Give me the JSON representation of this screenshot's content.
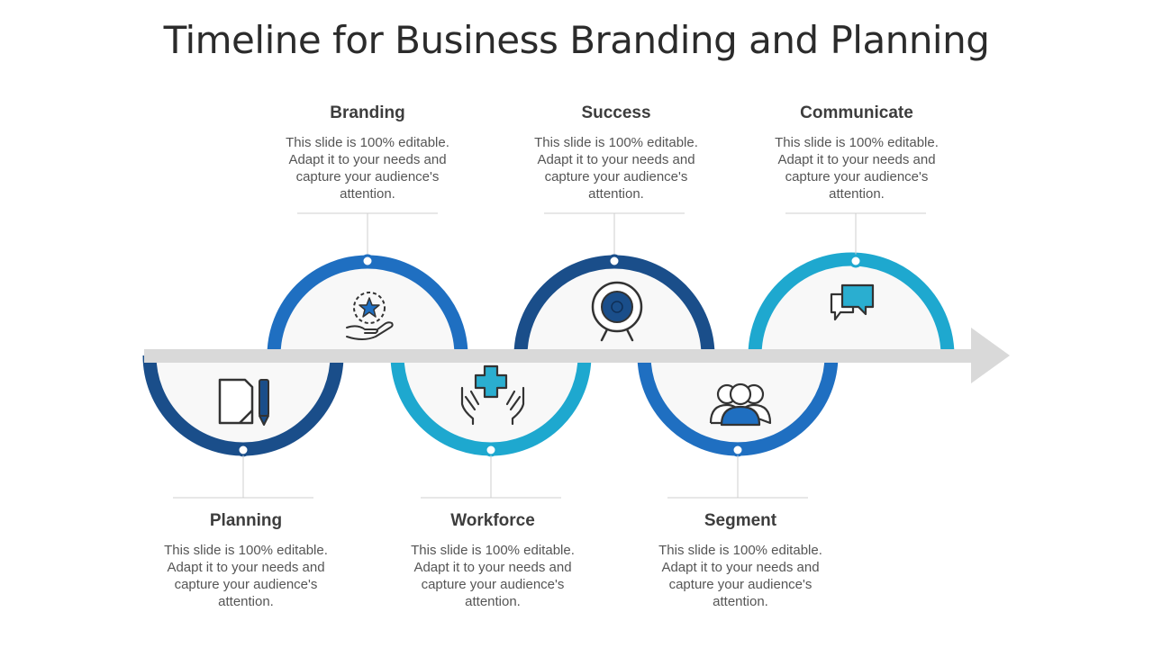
{
  "title": "Timeline for Business Branding and Planning",
  "colors": {
    "dark_blue": "#1a4e8a",
    "mid_blue": "#1f6fc1",
    "light_blue": "#1ea8cf",
    "arrow_gray": "#d9d9d9",
    "icon_fill_blue": "#1f6fc1",
    "icon_fill_teal": "#2aaed0"
  },
  "steps": [
    {
      "label": "Planning",
      "description": "This slide is 100% editable. Adapt it to your needs and capture your audience's attention.",
      "icon": "notebook-pen-icon"
    },
    {
      "label": "Branding",
      "description": "This slide is 100% editable. Adapt it to your needs and capture your audience's attention.",
      "icon": "star-hand-icon"
    },
    {
      "label": "Workforce",
      "description": "This slide is 100% editable. Adapt it to your needs and capture your audience's attention.",
      "icon": "medical-cross-hands-icon"
    },
    {
      "label": "Success",
      "description": "This slide is 100% editable. Adapt it to your needs and capture your audience's attention.",
      "icon": "target-stand-icon"
    },
    {
      "label": "Segment",
      "description": "This slide is 100% editable. Adapt it to your needs and capture your audience's attention.",
      "icon": "user-group-icon"
    },
    {
      "label": "Communicate",
      "description": "This slide is 100% editable. Adapt it to your needs and capture your audience's attention.",
      "icon": "chat-bubbles-icon"
    }
  ]
}
